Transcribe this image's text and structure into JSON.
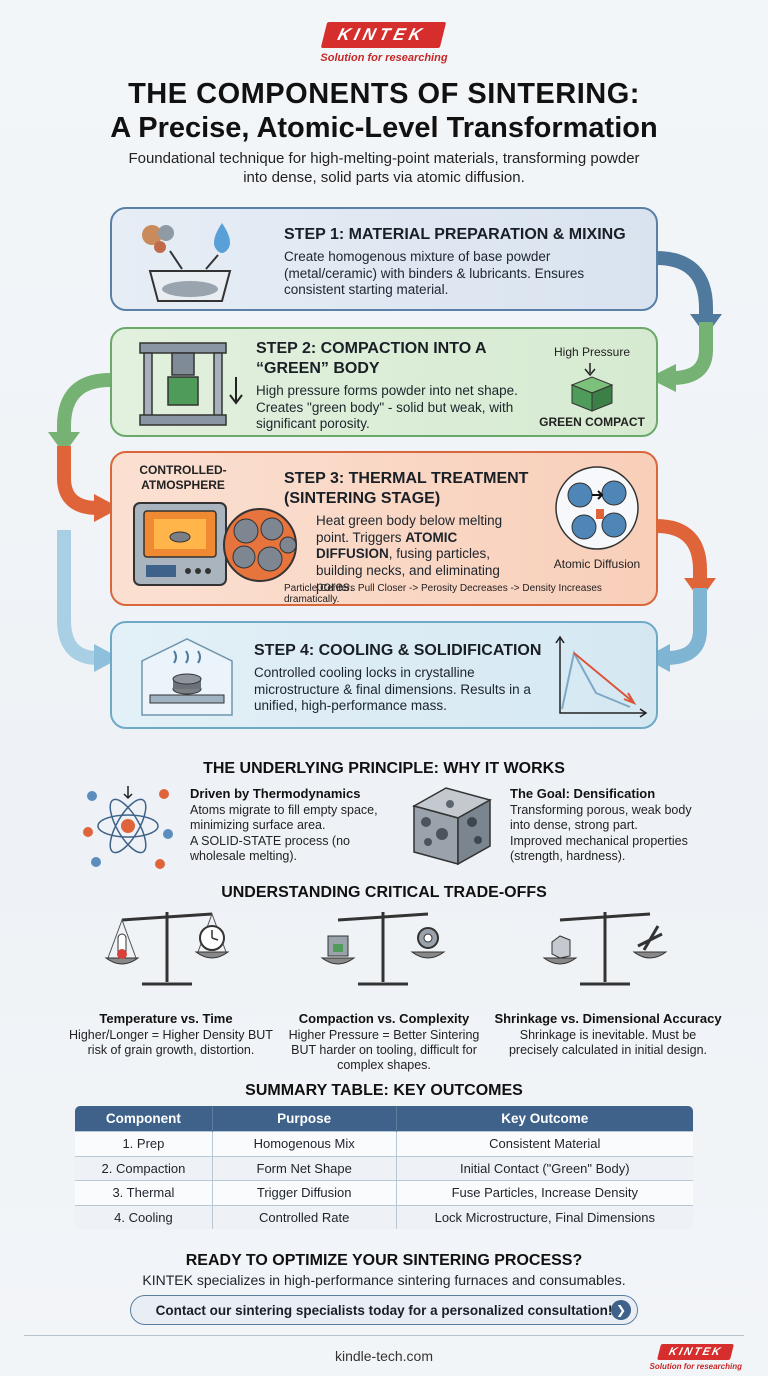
{
  "brand": {
    "logo": "KINTEK",
    "tagline": "Solution for researching",
    "footer_url": "kindle-tech.com"
  },
  "header": {
    "title_line1": "THE COMPONENTS OF SINTERING:",
    "title_line2": "A Precise, Atomic-Level Transformation",
    "subtitle": "Foundational technique for high-melting-point materials, transforming powder into dense, solid parts via atomic diffusion."
  },
  "steps": [
    {
      "title": "STEP 1: MATERIAL PREPARATION & MIXING",
      "body": "Create homogenous mixture of base powder (metal/ceramic) with binders & lubricants. Ensures consistent starting material."
    },
    {
      "title_line1": "STEP 2: COMPACTION INTO A",
      "title_line2": "“GREEN” BODY",
      "body": "High pressure forms powder into net shape. Creates \"green body\" - solid but weak, with significant porosity.",
      "label_top": "High Pressure",
      "label_bottom": "GREEN COMPACT"
    },
    {
      "title_line1": "STEP 3: THERMAL TREATMENT",
      "title_line2": "(SINTERING STAGE)",
      "body_pre": "Heat green body below melting point. Triggers ",
      "body_strong": "ATOMIC DIFFUSION",
      "body_post": ", fusing particles, building necks, and eliminating pores.",
      "side_label": "CONTROLLED-ATMOSPHERE",
      "diffusion_label": "Atomic Diffusion",
      "note": "Particle Centers Pull Closer -> Perosity Decreases -> Density Increases dramatically."
    },
    {
      "title": "STEP 4: COOLING & SOLIDIFICATION",
      "body": "Controlled cooling locks in crystalline microstructure & final dimensions. Results in a unified, high-performance mass."
    }
  ],
  "principle": {
    "title": "THE UNDERLYING PRINCIPLE: WHY IT WORKS",
    "left_title": "Driven by Thermodynamics",
    "left_text1": "Atoms migrate to fill empty space, minimizing surface area.",
    "left_text2": "A SOLID-STATE process (no wholesale melting).",
    "right_title": "The Goal: Densification",
    "right_text1": "Transforming porous, weak body into dense, strong part.",
    "right_text2": "Improved mechanical properties (strength, hardness)."
  },
  "tradeoffs": {
    "title": "UNDERSTANDING CRITICAL TRADE-OFFS",
    "items": [
      {
        "title": "Temperature vs. Time",
        "text": "Higher/Longer = Higher Density BUT risk of grain growth, distortion."
      },
      {
        "title": "Compaction vs. Complexity",
        "text": "Higher Pressure = Better Sintering BUT harder on tooling, difficult for complex shapes."
      },
      {
        "title": "Shrinkage vs. Dimensional Accuracy",
        "text": "Shrinkage is inevitable. Must be precisely calculated in initial design."
      }
    ]
  },
  "summary": {
    "title": "SUMMARY TABLE: KEY OUTCOMES",
    "headers": [
      "Component",
      "Purpose",
      "Key Outcome"
    ],
    "rows": [
      [
        "1. Prep",
        "Homogenous Mix",
        "Consistent Material"
      ],
      [
        "2. Compaction",
        "Form Net Shape",
        "Initial Contact (\"Green\" Body)"
      ],
      [
        "3. Thermal",
        "Trigger Diffusion",
        "Fuse Particles, Increase Density"
      ],
      [
        "4. Cooling",
        "Controlled Rate",
        "Lock Microstructure, Final Dimensions"
      ]
    ]
  },
  "cta": {
    "title": "READY TO OPTIMIZE YOUR SINTERING PROCESS?",
    "text": "KINTEK specializes in high-performance sintering furnaces and consumables.",
    "button": "Contact our sintering specialists today for a personalized consultation!",
    "button_icon": "chevron-right-icon"
  },
  "colors": {
    "step1": "#5a80a8",
    "step2": "#6aa96a",
    "step3": "#d9673c",
    "step4": "#6fa9c8",
    "brand": "#d62d2d",
    "table_header": "#3e6289"
  }
}
